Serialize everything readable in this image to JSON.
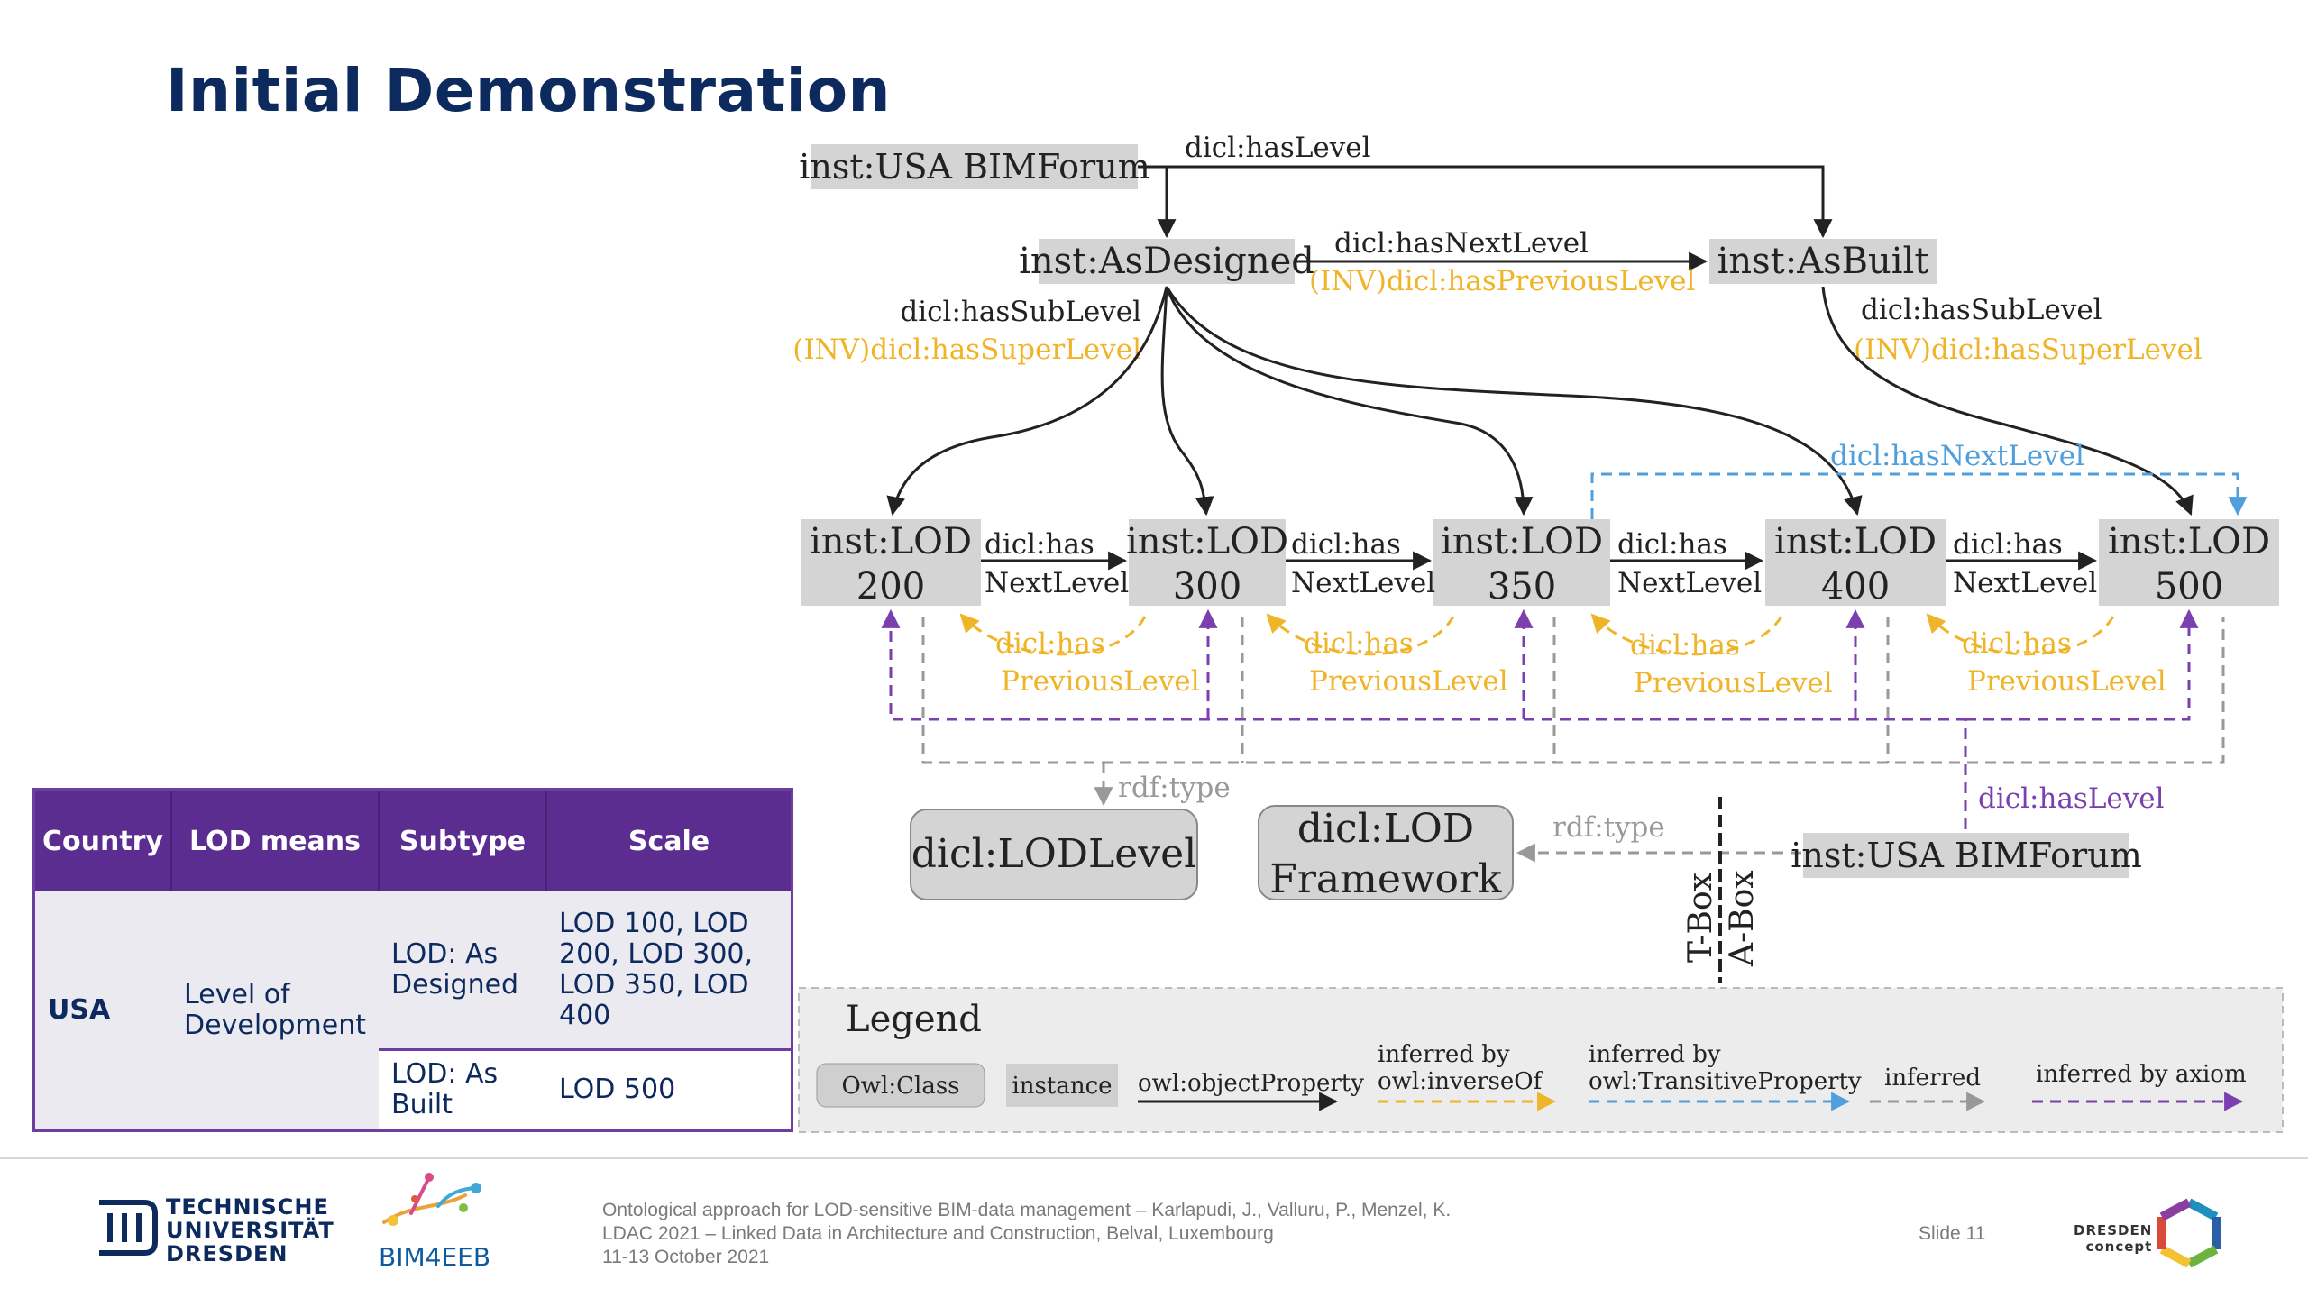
{
  "slide_title": "Initial Demonstration",
  "table": {
    "headers": [
      "Country",
      "LOD means",
      "Subtype",
      "Scale"
    ],
    "country": "USA",
    "lod_means": "Level of Development",
    "rows": [
      {
        "subtype": "LOD: As Designed",
        "scale": "LOD 100, LOD 200, LOD 300, LOD 350, LOD 400"
      },
      {
        "subtype": "LOD: As Built",
        "scale": "LOD 500"
      }
    ]
  },
  "diagram": {
    "top_instance": "inst:USA BIMForum",
    "has_level_top": "dicl:hasLevel",
    "as_designed": "inst:AsDesigned",
    "as_built": "inst:AsBuilt",
    "has_next_level": "dicl:hasNextLevel",
    "inv_has_previous_level": "(INV)dicl:hasPreviousLevel",
    "has_sub_level": "dicl:hasSubLevel",
    "inv_has_super_level": "(INV)dicl:hasSuperLevel",
    "blue_has_next_level": "dicl:hasNextLevel",
    "lod_nodes": [
      {
        "line1": "inst:LOD",
        "line2": "200"
      },
      {
        "line1": "inst:LOD",
        "line2": "300"
      },
      {
        "line1": "inst:LOD",
        "line2": "350"
      },
      {
        "line1": "inst:LOD",
        "line2": "400"
      },
      {
        "line1": "inst:LOD",
        "line2": "500"
      }
    ],
    "next_line1": "dicl:has",
    "next_line2": "NextLevel",
    "prev_line1": "dicl:has",
    "prev_line2": "PreviousLevel",
    "rdf_type": "rdf:type",
    "lod_level_class": "dicl:LODLevel",
    "lod_framework_line1": "dicl:LOD",
    "lod_framework_line2": "Framework",
    "rdf_type_2": "rdf:type",
    "bottom_instance": "inst:USA BIMForum",
    "purple_has_level": "dicl:hasLevel",
    "tbox": "T-Box",
    "abox": "A-Box"
  },
  "legend": {
    "title": "Legend",
    "owl_class": "Owl:Class",
    "instance": "instance",
    "object_property": "owl:objectProperty",
    "inverse_line1": "inferred by",
    "inverse_line2": "owl:inverseOf",
    "transitive_line1": "inferred by",
    "transitive_line2": "owl:TransitiveProperty",
    "inferred": "inferred",
    "axiom": "inferred by axiom"
  },
  "colors": {
    "title": "#0d2a5e",
    "table_header": "#5b2d91",
    "inverse": "#f0b429",
    "transitive": "#4f9fdc",
    "axiom": "#7b3fb0",
    "inferred": "#999999"
  },
  "footer": {
    "tud_lines": [
      "TECHNISCHE",
      "UNIVERSITÄT",
      "DRESDEN"
    ],
    "bim_logo_text": "BIM4EEB",
    "info_lines": [
      "Ontological approach for LOD-sensitive BIM-data management – Karlapudi, J., Valluru, P., Menzel, K.",
      "LDAC 2021 – Linked Data in Architecture and Construction, Belval, Luxembourg",
      "11-13 October 2021"
    ],
    "slide_number": "Slide 11",
    "dc_lines": [
      "DRESDEN",
      "concept"
    ]
  }
}
